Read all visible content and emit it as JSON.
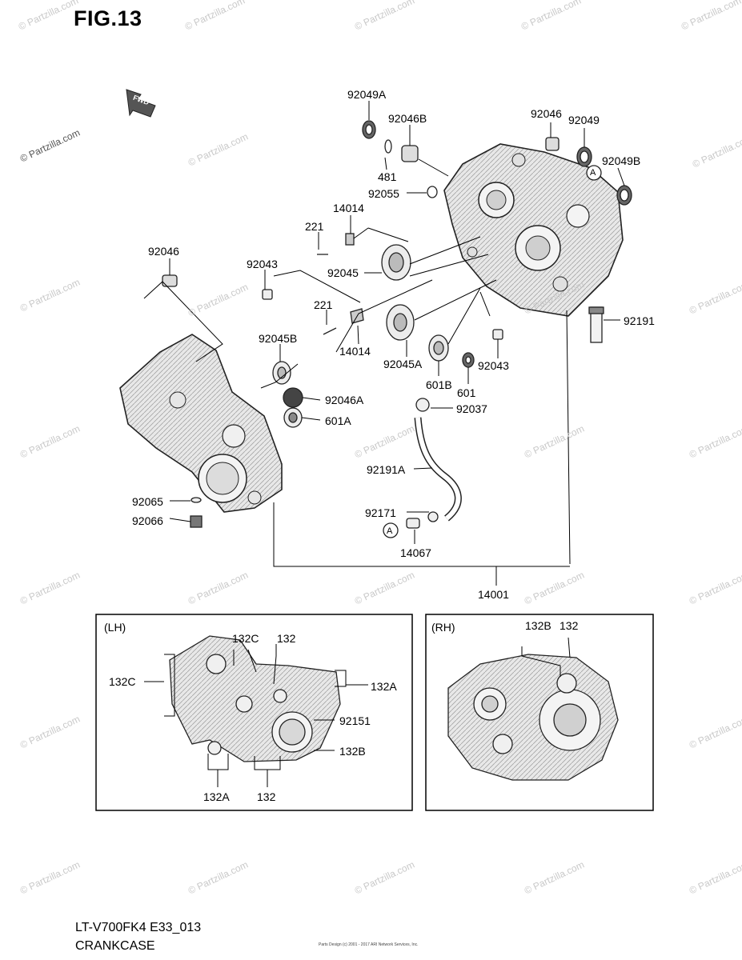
{
  "figure": {
    "title": "FIG.13",
    "fwd_label": "FWD",
    "model_code": "LT-V700FK4 E33_013",
    "diagram_name": "CRANKCASE",
    "copyright_note": "Parts Design (c) 2001 - 2017 ARI Network Services, Inc."
  },
  "watermark": "© Partzilla.com",
  "callouts": {
    "p92049A": "92049A",
    "p92046B": "92046B",
    "p481": "481",
    "p92055": "92055",
    "p92046_top": "92046",
    "p92049": "92049",
    "p92049B": "92049B",
    "circleA_top": "A",
    "p14014_top": "14014",
    "p221_top": "221",
    "p92046_left": "92046",
    "p92043_left": "92043",
    "p92045": "92045",
    "p221_mid": "221",
    "p14014_mid": "14014",
    "p92191": "92191",
    "p92045B": "92045B",
    "p92045A": "92045A",
    "p601B": "601B",
    "p92043_right": "92043",
    "p601": "601",
    "p92046A": "92046A",
    "p601A": "601A",
    "p92037": "92037",
    "p92191A": "92191A",
    "p92065": "92065",
    "p92066": "92066",
    "p92171": "92171",
    "circleA_bottom": "A",
    "p14067": "14067",
    "p14001": "14001"
  },
  "lh_panel": {
    "heading": "(LH)",
    "labels": {
      "l132C_top": "132C",
      "l132_top": "132",
      "l132C_left": "132C",
      "l132A_right": "132A",
      "l92151": "92151",
      "l132B": "132B",
      "l132A_bottom": "132A",
      "l132_bottom": "132"
    }
  },
  "rh_panel": {
    "heading": "(RH)",
    "labels": {
      "r132B": "132B",
      "r132": "132"
    }
  }
}
